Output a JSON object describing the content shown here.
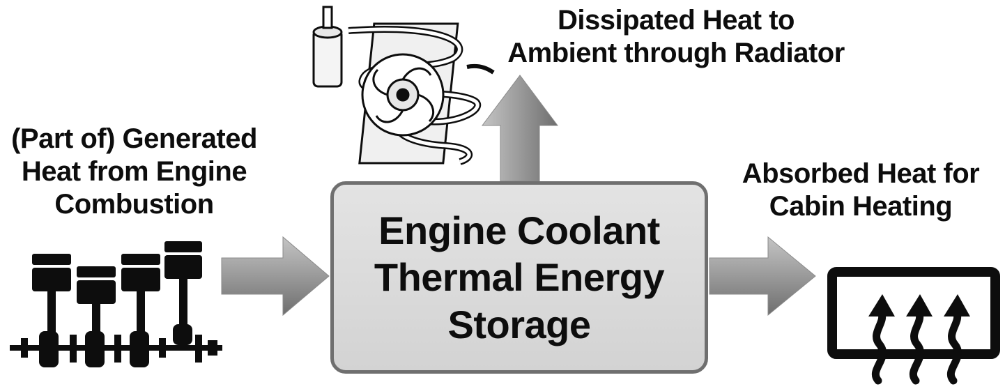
{
  "input_label": [
    "(Part of) Generated",
    "Heat from Engine",
    "Combustion"
  ],
  "radiator_label": [
    "Dissipated Heat to",
    "Ambient through Radiator"
  ],
  "cabin_label": [
    "Absorbed Heat for",
    "Cabin Heating"
  ],
  "storage_label": [
    "Engine Coolant",
    "Thermal Energy",
    "Storage"
  ],
  "icons": {
    "engine": "engine-pistons-icon",
    "radiator": "radiator-fan-icon",
    "heater": "cabin-heater-icon"
  },
  "colors": {
    "text": "#0d0d0d",
    "box_fill": "#d9d9d9",
    "box_border": "#6f6f6f",
    "arrow": "#9a9a9a"
  }
}
